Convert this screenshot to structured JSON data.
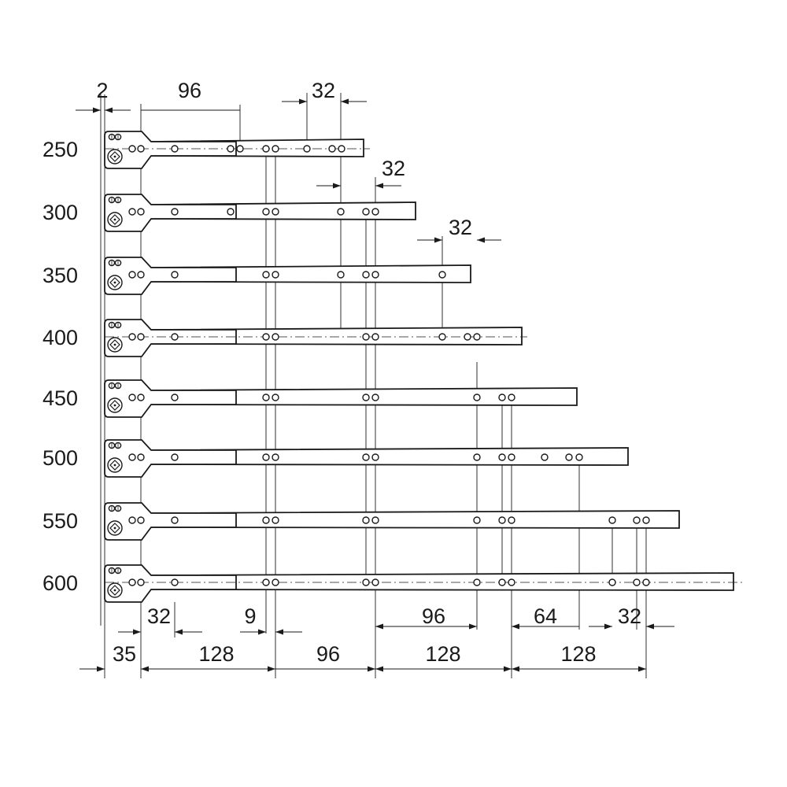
{
  "rails": [
    {
      "size": "250"
    },
    {
      "size": "300"
    },
    {
      "size": "350"
    },
    {
      "size": "400"
    },
    {
      "size": "450"
    },
    {
      "size": "500"
    },
    {
      "size": "550"
    },
    {
      "size": "600"
    }
  ],
  "top_dims": {
    "d2": "2",
    "d96": "96",
    "d32_a": "32",
    "d32_b": "32",
    "d32_c": "32"
  },
  "bottom_row1": {
    "d32_left": "32",
    "d9": "9",
    "d96": "96",
    "d64": "64",
    "d32_right": "32"
  },
  "bottom_row2": {
    "d35": "35",
    "d128_a": "128",
    "d96": "96",
    "d128_b": "128",
    "d128_c": "128"
  }
}
